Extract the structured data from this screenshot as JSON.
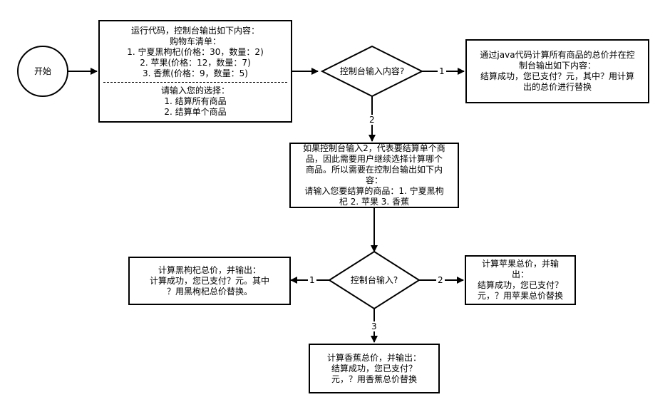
{
  "start": {
    "label": "开始"
  },
  "box_intro": {
    "line1": "运行代码，控制台输出如下内容：",
    "line2": "购物车清单：",
    "line3": "1. 宁夏黑枸杞(价格：30，数量：2)",
    "line4": "2. 苹果(价格：12，数量：7)",
    "line5": "3. 香蕉(价格：9，数量：5)",
    "line6": "请输入您的选择：",
    "line7": "1. 结算所有商品",
    "line8": "2. 结算单个商品"
  },
  "decision1": {
    "label": "控制台输入内容?"
  },
  "box_total": {
    "line1": "通过java代码计算所有商品的总价并在控",
    "line2": "制台输出如下内容：",
    "line3": "结算成功，您已支付？元，其中？用计算",
    "line4": "出的总价进行替换"
  },
  "box_single": {
    "line1": "如果控制台输入2，代表要结算单个商",
    "line2": "品，因此需要用户继续选择计算哪个",
    "line3": "商品。所以需要在控制台输出如下内",
    "line4": "容：",
    "line5": "请输入您要结算的商品：1. 宁夏黑枸",
    "line6": "杞 2. 苹果 3. 香蕉"
  },
  "decision2": {
    "label": "控制台输入?"
  },
  "box_goji": {
    "line1": "计算黑枸杞总价，并输出：",
    "line2": "计算成功，您已支付？元。其中",
    "line3": "？用黑枸杞总价替换。"
  },
  "box_apple": {
    "line1": "计算苹果总价，并输",
    "line2": "出：",
    "line3": "结算成功，您已支付？",
    "line4": "元，？用苹果总价替换"
  },
  "box_banana": {
    "line1": "计算香蕉总价，并输出：",
    "line2": "结算成功，您已支付？",
    "line3": "元，？用香蕉总价替换"
  },
  "edge_labels": {
    "d1_right": "1",
    "d1_down": "2",
    "d2_left": "1",
    "d2_right": "2",
    "d2_down": "3"
  }
}
